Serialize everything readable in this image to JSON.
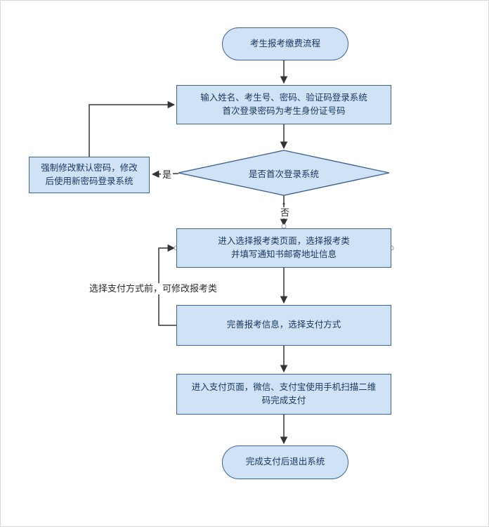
{
  "diagram": {
    "title": "考生报考缴费流程",
    "nodes": {
      "start": {
        "type": "terminator",
        "label": "考生报考缴费流程"
      },
      "login": {
        "type": "process",
        "label": "输入姓名、考生号、密码、验证码登录系统\n首次登录密码为考生身份证号码"
      },
      "first_login_decision": {
        "type": "decision",
        "label": "是否首次登录系统"
      },
      "force_change_password": {
        "type": "process",
        "label": "强制修改默认密码，修改\n后使用新密码登录系统"
      },
      "select_category": {
        "type": "process",
        "label": "进入选择报考类页面，选择报考类\n并填写通知书邮寄地址信息"
      },
      "complete_info": {
        "type": "process",
        "label": "完善报考信息，选择支付方式"
      },
      "pay_page": {
        "type": "process",
        "label": "进入支付页面，微信、支付宝使用手机扫描二维\n码完成支付"
      },
      "end": {
        "type": "terminator",
        "label": "完成支付后退出系统"
      }
    },
    "edges": [
      {
        "from": "start",
        "to": "login",
        "label": ""
      },
      {
        "from": "login",
        "to": "first_login_decision",
        "label": ""
      },
      {
        "from": "first_login_decision",
        "to": "force_change_password",
        "label": "是"
      },
      {
        "from": "force_change_password",
        "to": "login",
        "label": ""
      },
      {
        "from": "first_login_decision",
        "to": "select_category",
        "label": "否"
      },
      {
        "from": "select_category",
        "to": "complete_info",
        "label": ""
      },
      {
        "from": "complete_info",
        "to": "select_category",
        "label": "选择支付方式前，可修改报考类"
      },
      {
        "from": "complete_info",
        "to": "pay_page",
        "label": ""
      },
      {
        "from": "pay_page",
        "to": "end",
        "label": ""
      }
    ],
    "colors": {
      "node_fill": "#cfe2f6",
      "node_border": "#3d6491",
      "text": "#17375e",
      "connector": "#333333"
    }
  }
}
